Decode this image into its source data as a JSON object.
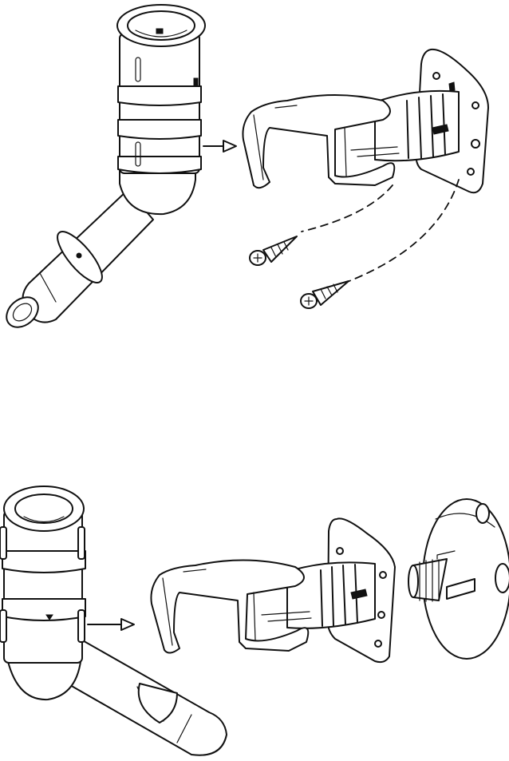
{
  "figure": {
    "panels": [
      {
        "id": "top",
        "depicts": "assembly-with-screws"
      },
      {
        "id": "bottom",
        "depicts": "assembly-with-bulkhead-adapter"
      }
    ],
    "stroke_color": "#111111",
    "background_color": "#ffffff"
  }
}
